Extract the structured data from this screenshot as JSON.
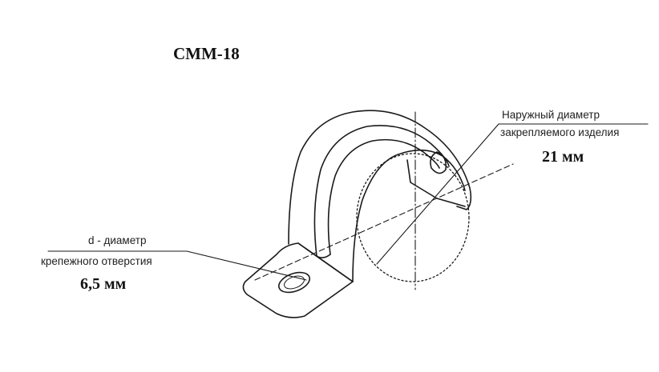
{
  "title": "СММ-18",
  "hole_diameter": {
    "label_line1": "d - диаметр",
    "label_line2": "крепежного отверстия",
    "value": "6,5 мм"
  },
  "outer_diameter": {
    "label_line1": "Наружный диаметр",
    "label_line2": "закрепляемого изделия",
    "value": "21 мм"
  },
  "colors": {
    "ink": "#1a1a1a",
    "background": "#ffffff"
  }
}
